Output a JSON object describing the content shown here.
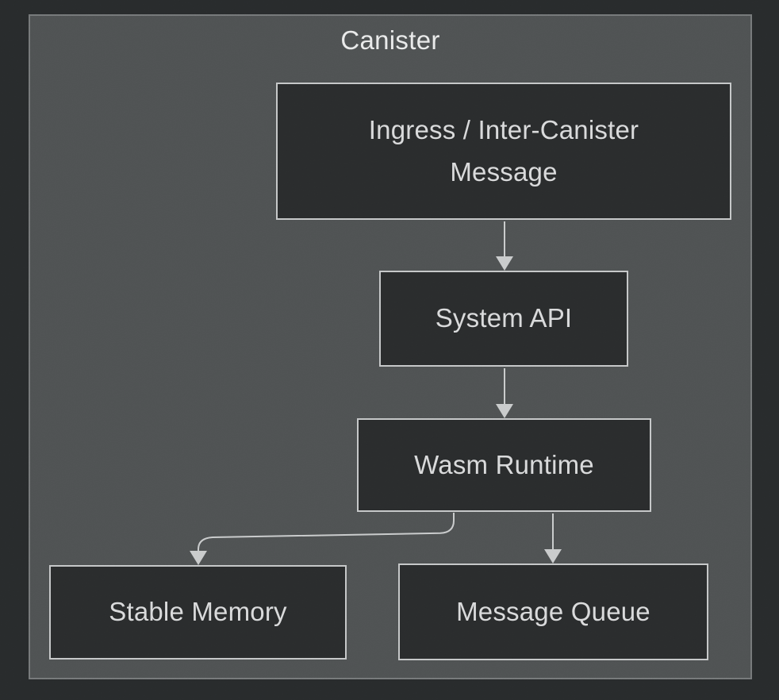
{
  "diagram": {
    "title": "Canister",
    "nodes": [
      {
        "id": "ingress",
        "label": "Ingress / Inter-Canister Message"
      },
      {
        "id": "system-api",
        "label": "System API"
      },
      {
        "id": "wasm-runtime",
        "label": "Wasm Runtime"
      },
      {
        "id": "stable-memory",
        "label": "Stable Memory"
      },
      {
        "id": "message-queue",
        "label": "Message Queue"
      }
    ],
    "edges": [
      {
        "from": "ingress",
        "to": "system-api",
        "style": "straight-down-arrow"
      },
      {
        "from": "system-api",
        "to": "wasm-runtime",
        "style": "straight-down-arrow"
      },
      {
        "from": "wasm-runtime",
        "to": "stable-memory",
        "style": "curved-elbow-arrow"
      },
      {
        "from": "wasm-runtime",
        "to": "message-queue",
        "style": "straight-down-arrow"
      }
    ],
    "colors": {
      "outer_background": "#282b2c",
      "container_fill": "#4f5253",
      "container_border": "#76797a",
      "node_fill": "#2a2c2d",
      "node_border": "#c5c7c8",
      "arrow": "#c9cbcc",
      "title_text": "#e9eaea",
      "node_text": "#d9dadb"
    }
  }
}
